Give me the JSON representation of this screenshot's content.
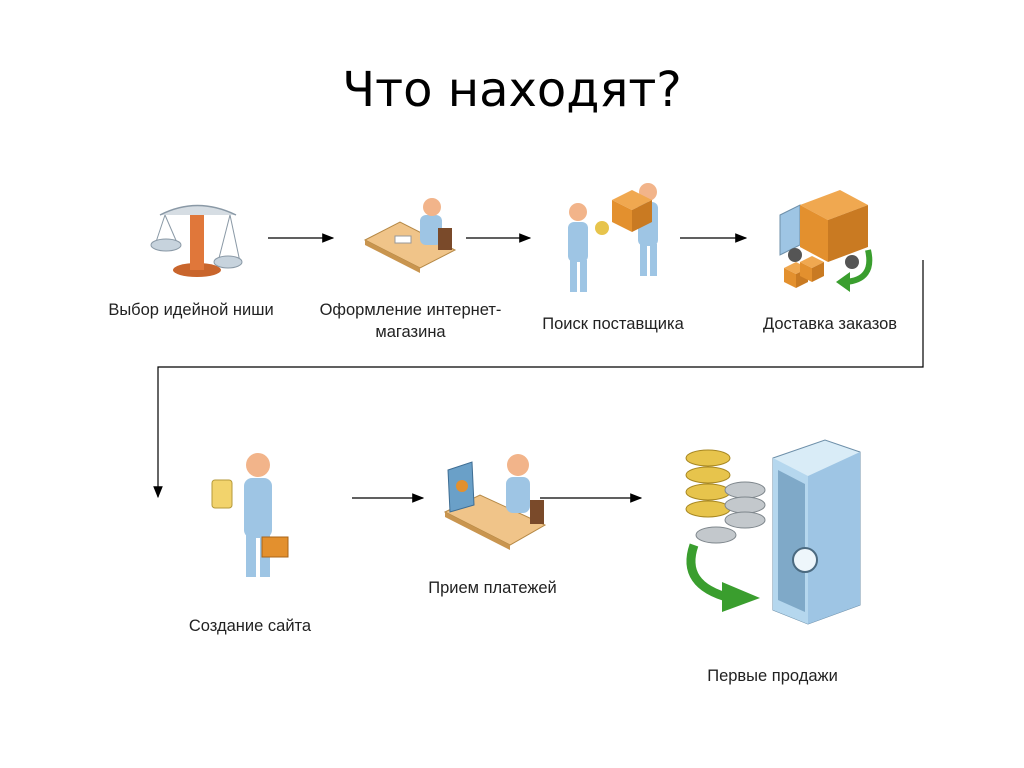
{
  "title": "Что находят?",
  "steps": [
    {
      "label": "Выбор идейной ниши"
    },
    {
      "label": "Оформление интернет-магазина"
    },
    {
      "label": "Поиск поставщика"
    },
    {
      "label": "Доставка заказов"
    },
    {
      "label": "Создание сайта"
    },
    {
      "label": "Прием платежей"
    },
    {
      "label": "Первые продажи"
    }
  ],
  "colors": {
    "figure": "#9ec5e4",
    "head": "#f2b48a",
    "box": "#e3902e",
    "arrow_green": "#3a9e2e",
    "coin_gold": "#e7c44c",
    "coin_silver": "#c3c8cc",
    "safe": "#b5d7ee",
    "line": "#000000"
  }
}
